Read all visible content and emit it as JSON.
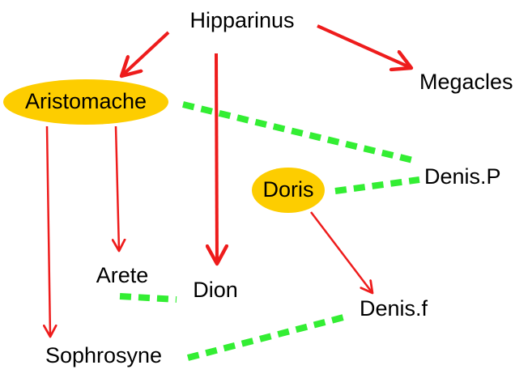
{
  "colors": {
    "parent_edge": "#ee1c1c",
    "spouse_edge": "#33ee33",
    "highlight_fill": "#fdcd00",
    "text": "#000000",
    "background": "#ffffff"
  },
  "nodes": [
    {
      "id": "hipparinus",
      "label": "Hipparinus",
      "highlighted": false
    },
    {
      "id": "megacles",
      "label": "Megacles",
      "highlighted": false
    },
    {
      "id": "aristomache",
      "label": "Aristomache",
      "highlighted": true
    },
    {
      "id": "denis-p",
      "label": "Denis.P",
      "highlighted": false
    },
    {
      "id": "doris",
      "label": "Doris",
      "highlighted": true
    },
    {
      "id": "arete",
      "label": "Arete",
      "highlighted": false
    },
    {
      "id": "dion",
      "label": "Dion",
      "highlighted": false
    },
    {
      "id": "denis-f",
      "label": "Denis.f",
      "highlighted": false
    },
    {
      "id": "sophrosyne",
      "label": "Sophrosyne",
      "highlighted": false
    }
  ],
  "edges": [
    {
      "from": "hipparinus",
      "to": "aristomache",
      "kind": "parent"
    },
    {
      "from": "hipparinus",
      "to": "dion",
      "kind": "parent"
    },
    {
      "from": "hipparinus",
      "to": "megacles",
      "kind": "parent"
    },
    {
      "from": "aristomache",
      "to": "sophrosyne",
      "kind": "parent"
    },
    {
      "from": "aristomache",
      "to": "arete",
      "kind": "parent"
    },
    {
      "from": "doris",
      "to": "denis-f",
      "kind": "parent"
    },
    {
      "from": "aristomache",
      "to": "denis-p",
      "kind": "spouse"
    },
    {
      "from": "doris",
      "to": "denis-p",
      "kind": "spouse"
    },
    {
      "from": "arete",
      "to": "dion",
      "kind": "spouse"
    },
    {
      "from": "sophrosyne",
      "to": "denis-f",
      "kind": "spouse"
    }
  ]
}
